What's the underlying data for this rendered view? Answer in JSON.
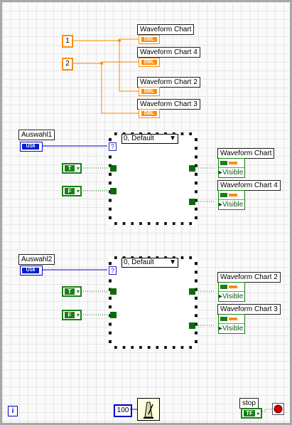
{
  "constants": {
    "one": "1",
    "two": "2",
    "hundred": "100"
  },
  "chart_terminals": [
    {
      "label": "Waveform Chart",
      "type": "DBL"
    },
    {
      "label": "Waveform Chart 4",
      "type": "DBL"
    },
    {
      "label": "Waveform Chart 2",
      "type": "DBL"
    },
    {
      "label": "Waveform Chart 3",
      "type": "DBL"
    }
  ],
  "controls": {
    "auswahl1": {
      "label": "Auswahl1",
      "type": "U16"
    },
    "auswahl2": {
      "label": "Auswahl2",
      "type": "U16"
    },
    "stop": {
      "label": "stop",
      "type": "TF"
    }
  },
  "bool_constants": {
    "true_text": "T",
    "false_text": "F"
  },
  "case_structures": [
    {
      "selector": "0, Default"
    },
    {
      "selector": "0, Default"
    }
  ],
  "property_nodes": [
    {
      "label": "Waveform Chart",
      "property": "Visible"
    },
    {
      "label": "Waveform Chart 4",
      "property": "Visible"
    },
    {
      "label": "Waveform Chart 2",
      "property": "Visible"
    },
    {
      "label": "Waveform Chart 3",
      "property": "Visible"
    }
  ],
  "colors": {
    "numeric_wire": "#ff8c00",
    "int_wire": "#0000cc",
    "bool_wire": "#1a7f1a"
  },
  "icons": {
    "info": "i",
    "wait": "metronome-icon",
    "stop_button": "stop-button-icon"
  }
}
